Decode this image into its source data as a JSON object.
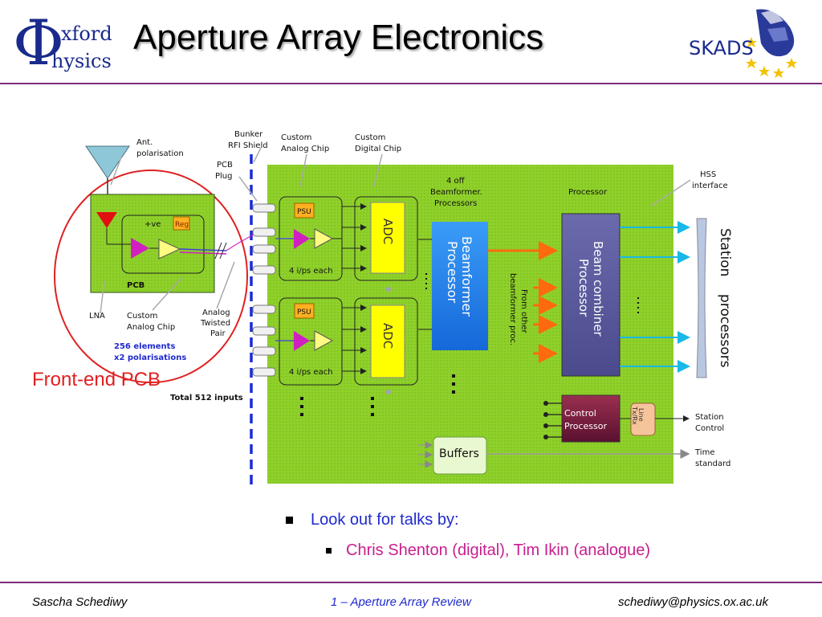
{
  "header": {
    "title": "Aperture Array Electronics",
    "oxford_logo": {
      "phi": "Φ",
      "line1": "xford",
      "line2": "hysics"
    },
    "skads_logo": {
      "text": "SKADS"
    }
  },
  "diagram": {
    "labels": {
      "ant_polarisation": [
        "Ant.",
        "polarisation"
      ],
      "bunker": [
        "Bunker",
        "RFI Shield"
      ],
      "custom_analog_chip_top": [
        "Custom",
        "Analog Chip"
      ],
      "custom_digital_chip": [
        "Custom",
        "Digital Chip"
      ],
      "pcb_plug": [
        "PCB",
        "Plug"
      ],
      "beamformer_count": [
        "4 off",
        "Beamformer.",
        "Processors"
      ],
      "processor": "Processor",
      "hss": [
        "HSS",
        "interface"
      ],
      "ve": "+ve",
      "reg": "Reg",
      "pcb": "PCB",
      "lna": "LNA",
      "custom_analog_chip_bottom": [
        "Custom",
        "Analog Chip"
      ],
      "analog_twisted_pair": [
        "Analog",
        "Twisted",
        "Pair"
      ],
      "elements": [
        "256 elements",
        "x2 polarisations"
      ],
      "front_end_pcb": "Front-end PCB",
      "total_inputs": "Total 512 inputs",
      "psu_top": "PSU",
      "psu_bottom": "PSU",
      "inputs_top": "4 i/ps each",
      "inputs_bottom": "4 i/ps each",
      "adc_top": "ADC",
      "adc_bottom": "ADC",
      "beamformer_processor": [
        "Beamformer",
        "Processor"
      ],
      "from_other": [
        "From other",
        "beamformer proc."
      ],
      "beam_combiner": [
        "Beam combiner",
        "Processor"
      ],
      "station_processors": "Station    processors",
      "control_processor": [
        "Control",
        "Processor"
      ],
      "line_txrx": [
        "Line",
        "Tx/Rx"
      ],
      "station_control": [
        "Station",
        "Control"
      ],
      "buffers": "Buffers",
      "time_standard": [
        "Time",
        "standard"
      ]
    }
  },
  "bullets": {
    "level1": "Look out for talks by:",
    "level2": "Chris Shenton (digital), Tim Ikin (analogue)"
  },
  "footer": {
    "left": "Sascha Schediwy",
    "center": "1 – Aperture Array Review",
    "right": "schediwy@physics.ox.ac.uk"
  },
  "colors": {
    "accent_rule": "#7b2c79",
    "board_green": "#8fd12a",
    "beamformer_blue": "#1f82ee",
    "combiner_purple": "#5a5a9c",
    "control_maroon": "#7a1f3f",
    "adc_yellow": "#ffff00",
    "front_end_red": "#e02020"
  }
}
